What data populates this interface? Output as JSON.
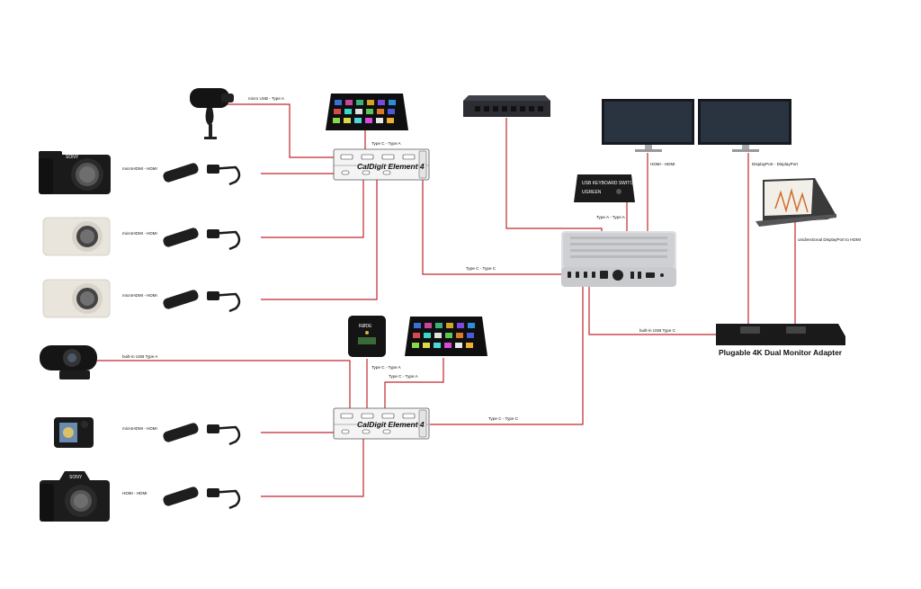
{
  "diagram": {
    "hubs": {
      "top_name": "CalDigit Element 4",
      "bottom_name": "CalDigit Element 4",
      "adapter_name": "Plugable 4K Dual Monitor Adapter"
    },
    "devices": {
      "sony_top": "SONY",
      "usb_switch": "USB KEYBOARD SWITCH",
      "usb_switch_brand": "UGREEN",
      "rode": "RØDE",
      "sony_a7": "SONY"
    },
    "connections": {
      "mic": "micro USB - Type A",
      "deck_top": "Type C - Type A",
      "cam1": "microHDMI - HDMI",
      "cam2": "microHDMI - HDMI",
      "cam3": "microHDMI - HDMI",
      "webcam": "built-in USB Type A",
      "gopro": "microHDMI - HDMI",
      "sony_a7": "HDMI - HDMI",
      "rode": "Type C - Type A",
      "deck_bottom": "Type C - Type A",
      "top_hub_mac": "Type C - Type C",
      "bottom_hub_mac": "Type C - Type C",
      "switch_mac": "Type A - Type A",
      "monitor_left": "HDMI - HDMI",
      "monitor_right": "DisplayPort - DisplayPort",
      "portable_monitor": "unidirectional DisplayPort to HDMI",
      "adapter_mac": "built-in USB Type C"
    }
  }
}
